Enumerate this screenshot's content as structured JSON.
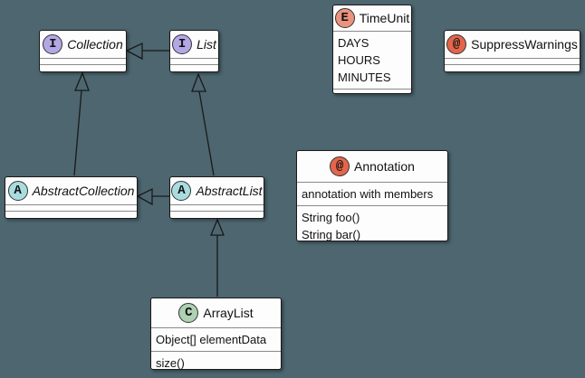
{
  "canvas": {
    "background": "#4D6670",
    "box_fill": "#FDFDFD",
    "line_color": "#191919"
  },
  "classes": {
    "collection": {
      "name": "Collection",
      "kind": "interface",
      "spot": "I",
      "spot_color": "#B4A7E5"
    },
    "list": {
      "name": "List",
      "kind": "interface",
      "spot": "I",
      "spot_color": "#B4A7E5"
    },
    "timeunit": {
      "name": "TimeUnit",
      "kind": "enum",
      "spot": "E",
      "spot_color": "#EB937F",
      "values": [
        "DAYS",
        "HOURS",
        "MINUTES"
      ]
    },
    "suppresswarnings": {
      "name": "SuppressWarnings",
      "kind": "annotation",
      "spot": "@",
      "spot_color": "#E3664C"
    },
    "abstractcollection": {
      "name": "AbstractCollection",
      "kind": "abstract",
      "spot": "A",
      "spot_color": "#A9DCDF"
    },
    "abstractlist": {
      "name": "AbstractList",
      "kind": "abstract",
      "spot": "A",
      "spot_color": "#A9DCDF"
    },
    "annotation": {
      "name": "Annotation",
      "kind": "annotation",
      "spot": "@",
      "spot_color": "#E3664C",
      "fields": [
        "annotation with members"
      ],
      "methods": [
        "String foo()",
        "String bar()"
      ]
    },
    "arraylist": {
      "name": "ArrayList",
      "kind": "class",
      "spot": "C",
      "spot_color": "#ADD1B2",
      "fields": [
        "Object[] elementData"
      ],
      "methods": [
        "size()"
      ]
    }
  },
  "relations": [
    {
      "from": "List",
      "to": "Collection",
      "type": "extends"
    },
    {
      "from": "AbstractCollection",
      "to": "Collection",
      "type": "extends"
    },
    {
      "from": "AbstractList",
      "to": "List",
      "type": "extends"
    },
    {
      "from": "AbstractList",
      "to": "AbstractCollection",
      "type": "extends"
    },
    {
      "from": "ArrayList",
      "to": "AbstractList",
      "type": "extends"
    }
  ]
}
